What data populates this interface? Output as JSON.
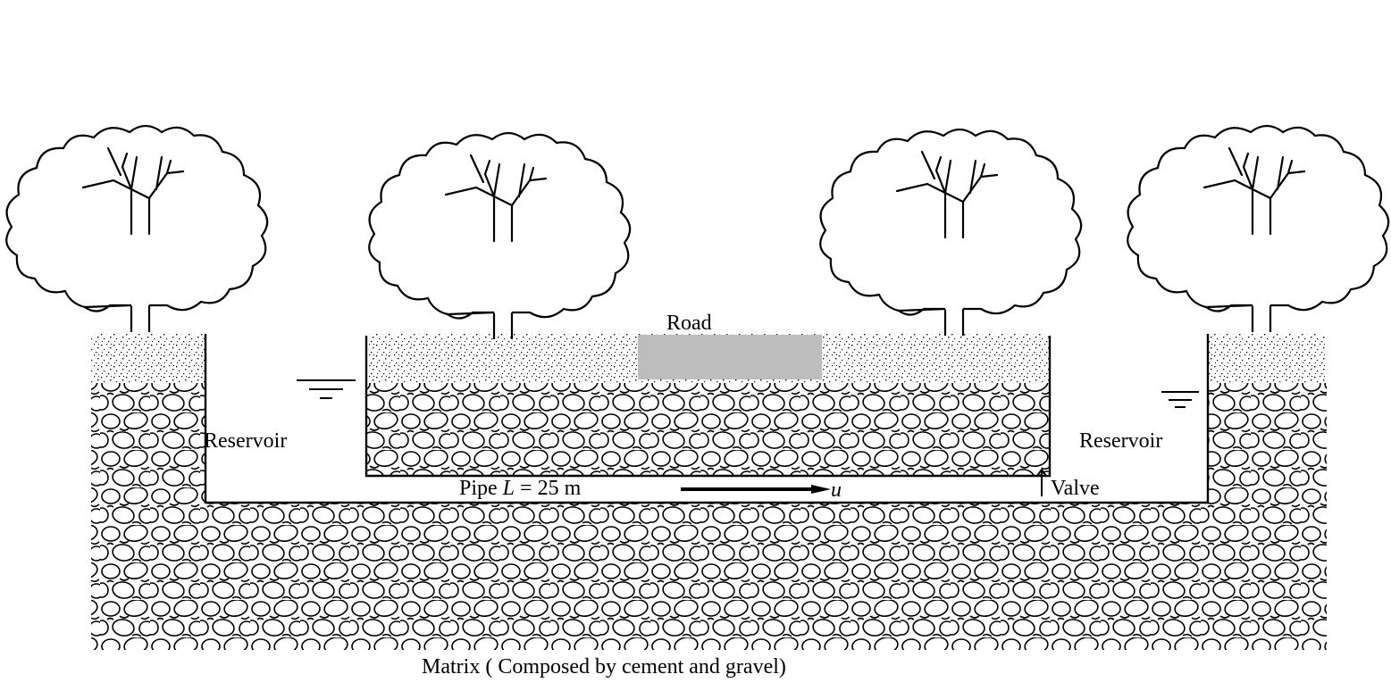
{
  "labels": {
    "road": "Road",
    "reservoir_left": "Reservoir",
    "reservoir_right": "Reservoir",
    "pipe_prefix": "Pipe ",
    "pipe_symbol": "L",
    "pipe_value": " = 25 m",
    "velocity_symbol": "u",
    "valve": "Valve",
    "matrix": "Matrix ( Composed by cement and gravel)"
  },
  "colors": {
    "line": "#000000",
    "road_fill": "#bdbdbd",
    "background": "#ffffff"
  },
  "icons": [
    "tree-icon",
    "water-level-icon",
    "flow-arrow-icon",
    "valve-icon"
  ]
}
